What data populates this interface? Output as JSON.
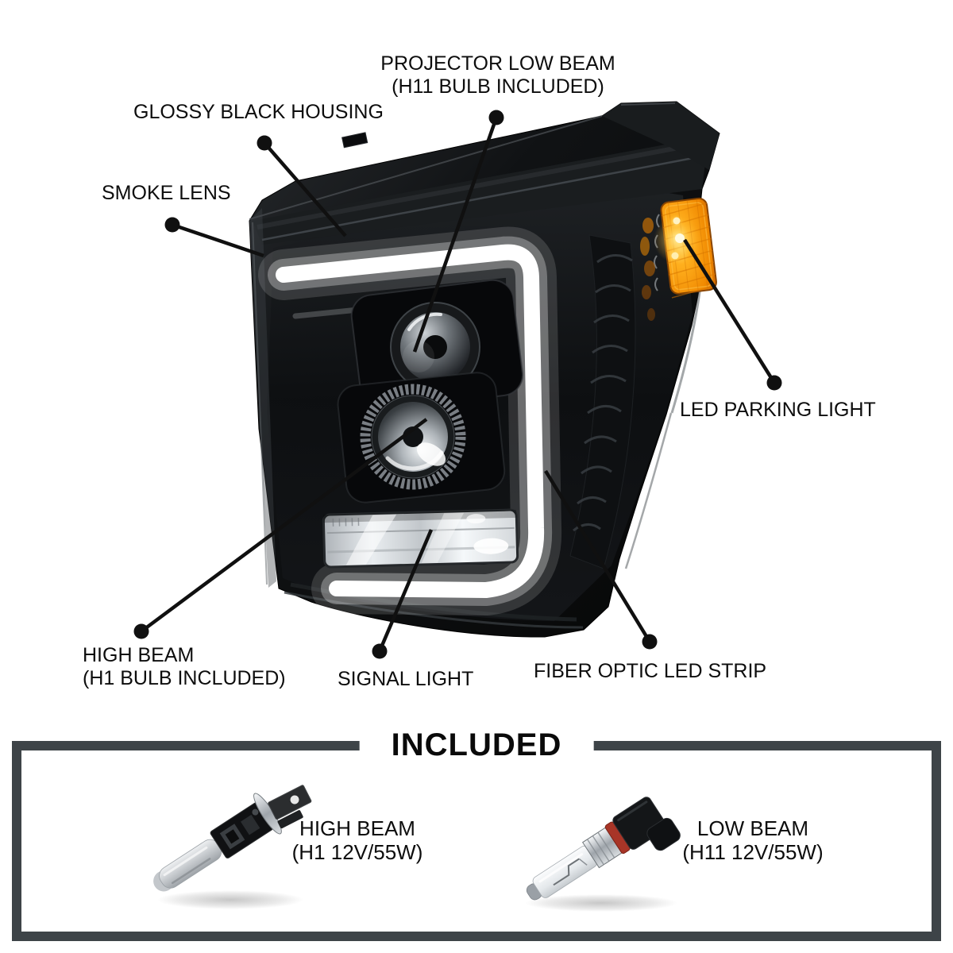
{
  "callouts": {
    "projector_low_beam": {
      "line1": "PROJECTOR LOW BEAM",
      "line2": "(H11 BULB INCLUDED)"
    },
    "glossy_black_housing": {
      "line1": "GLOSSY BLACK HOUSING"
    },
    "smoke_lens": {
      "line1": "SMOKE LENS"
    },
    "led_parking_light": {
      "line1": "LED PARKING LIGHT"
    },
    "high_beam": {
      "line1": "HIGH BEAM",
      "line2": "(H1 BULB INCLUDED)"
    },
    "signal_light": {
      "line1": "SIGNAL LIGHT"
    },
    "fiber_optic_led_strip": {
      "line1": "FIBER OPTIC LED STRIP"
    }
  },
  "included": {
    "title": "INCLUDED",
    "high_beam_bulb": {
      "line1": "HIGH BEAM",
      "line2": "(H1 12V/55W)"
    },
    "low_beam_bulb": {
      "line1": "LOW BEAM",
      "line2": "(H11 12V/55W)"
    }
  },
  "colors": {
    "background": "#ffffff",
    "text": "#0d0d0d",
    "callout_line": "#101010",
    "box_border": "#3e4448",
    "drl_white": "#ffffff",
    "amber": "#ff9e00",
    "housing_black": "#0b0c0d"
  }
}
